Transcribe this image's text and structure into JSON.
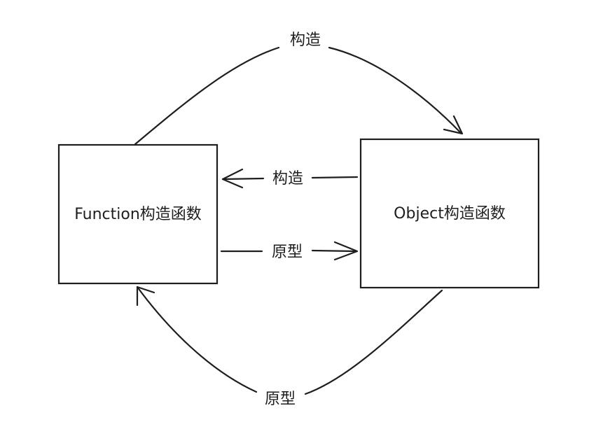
{
  "nodes": {
    "function_ctor": {
      "label": "Function构造函数"
    },
    "object_ctor": {
      "label": "Object构造函数"
    }
  },
  "edges": {
    "top_arc": {
      "label": "构造"
    },
    "middle_top": {
      "label": "构造"
    },
    "middle_bottom": {
      "label": "原型"
    },
    "bottom_arc": {
      "label": "原型"
    }
  }
}
